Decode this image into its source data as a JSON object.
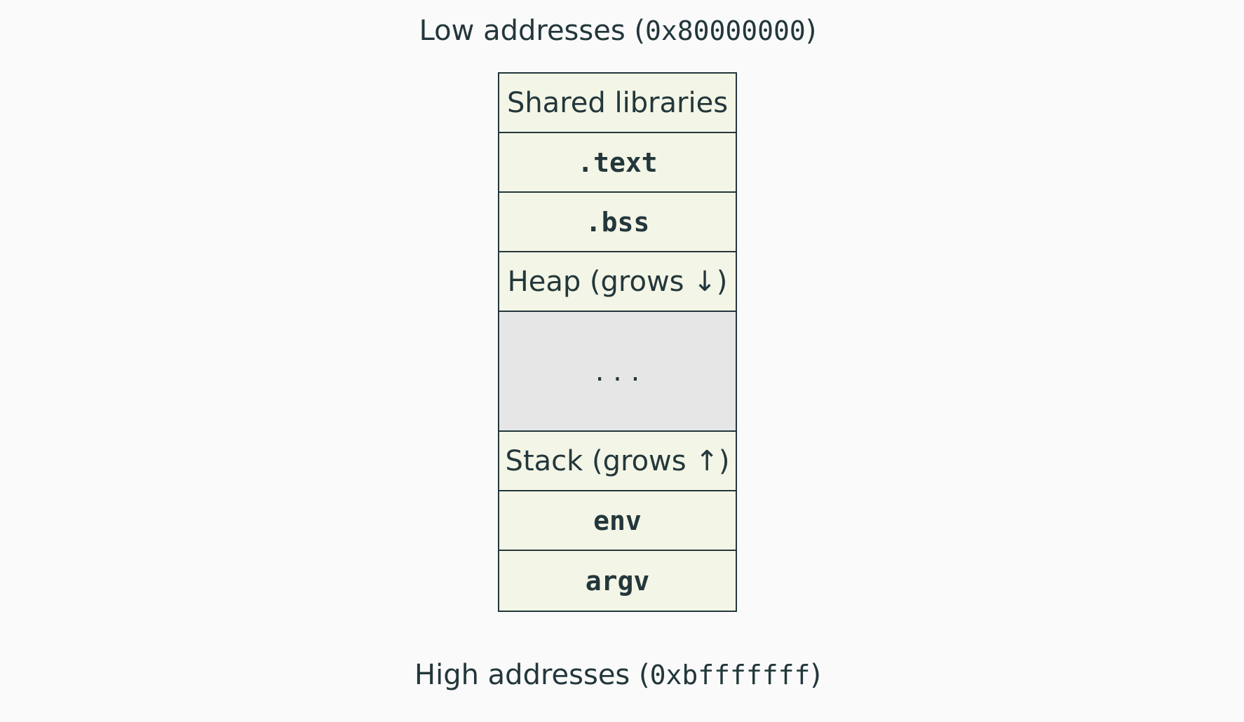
{
  "labels": {
    "low": {
      "prefix": "Low addresses (",
      "address": "0x80000000",
      "suffix": ")"
    },
    "high": {
      "prefix": "High addresses (",
      "address": "0xbfffffff",
      "suffix": ")"
    }
  },
  "segments": {
    "shared_libraries": "Shared libraries",
    "text": ".text",
    "bss": ".bss",
    "heap": {
      "text": "Heap (grows ",
      "arrow": "↓",
      "close": ")"
    },
    "gap": ". . .",
    "stack": {
      "text": "Stack (grows ",
      "arrow": "↑",
      "close": ")"
    },
    "env": "env",
    "argv": "argv"
  },
  "colors": {
    "segment_fill": "#f3f5e6",
    "gap_fill": "#e6e6e6",
    "outline": "#23373b",
    "background": "#fafafa"
  }
}
